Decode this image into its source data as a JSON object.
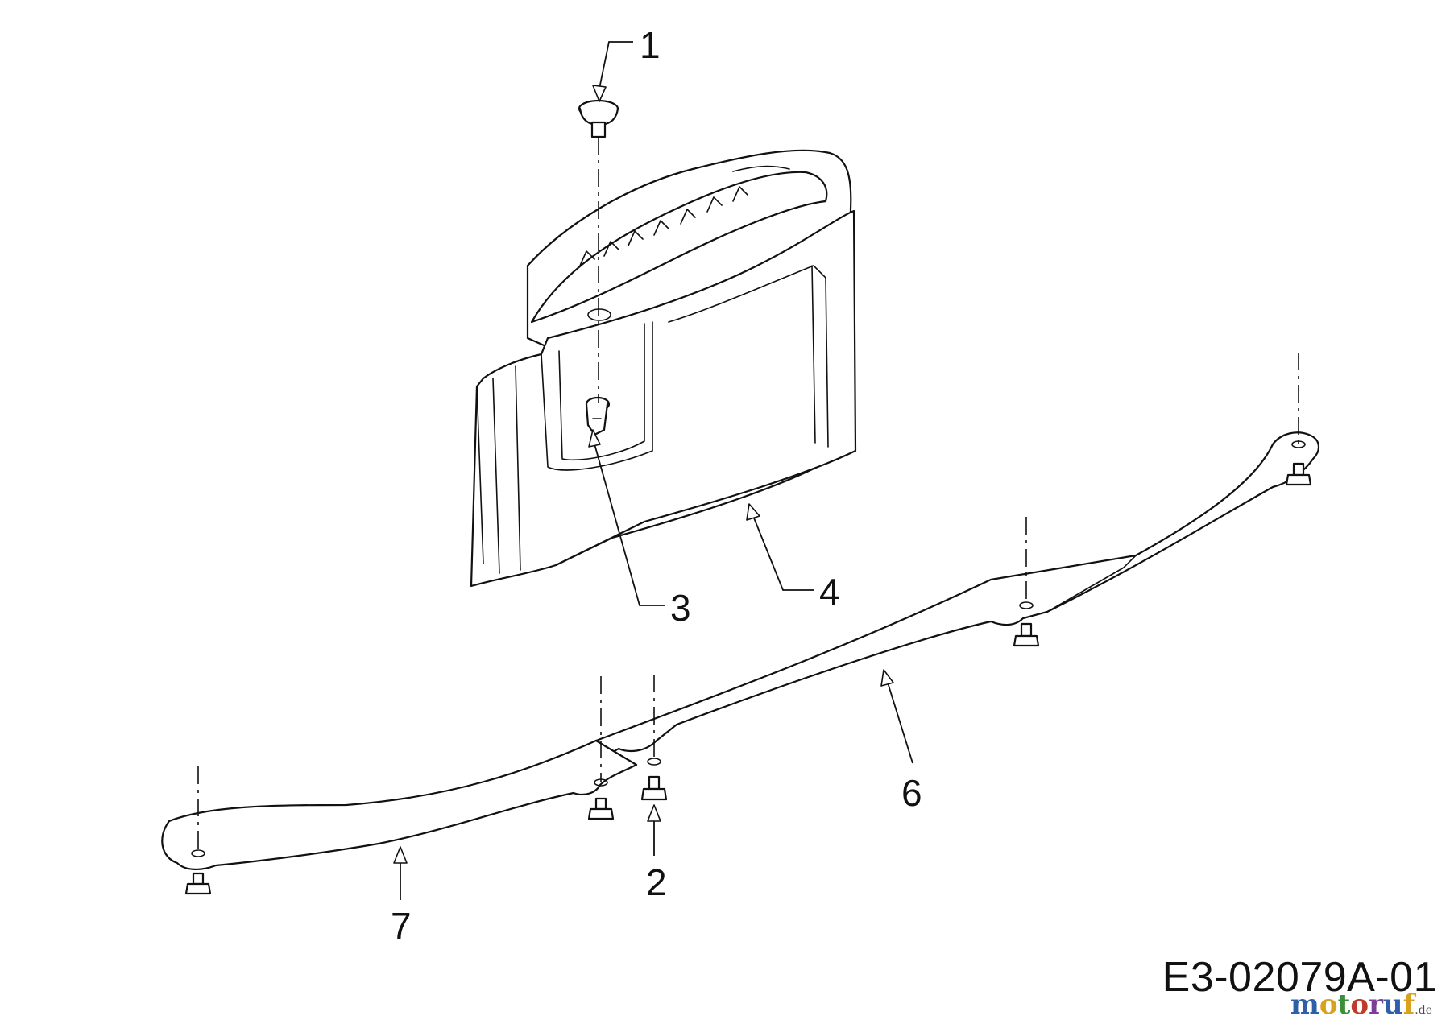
{
  "callouts": [
    {
      "id": "1",
      "label": "1"
    },
    {
      "id": "2",
      "label": "2"
    },
    {
      "id": "3",
      "label": "3"
    },
    {
      "id": "4",
      "label": "4"
    },
    {
      "id": "6",
      "label": "6"
    },
    {
      "id": "7",
      "label": "7"
    }
  ],
  "document_id": "E3-02079A-01",
  "watermark": {
    "letters": [
      "m",
      "o",
      "t",
      "o",
      "r",
      "u",
      "f"
    ],
    "colors": [
      "#2e5fa8",
      "#d8a21d",
      "#3b8f3a",
      "#c0392b",
      "#7a3e9d",
      "#2e5fa8",
      "#d8a21d"
    ],
    "tld": ".de"
  }
}
